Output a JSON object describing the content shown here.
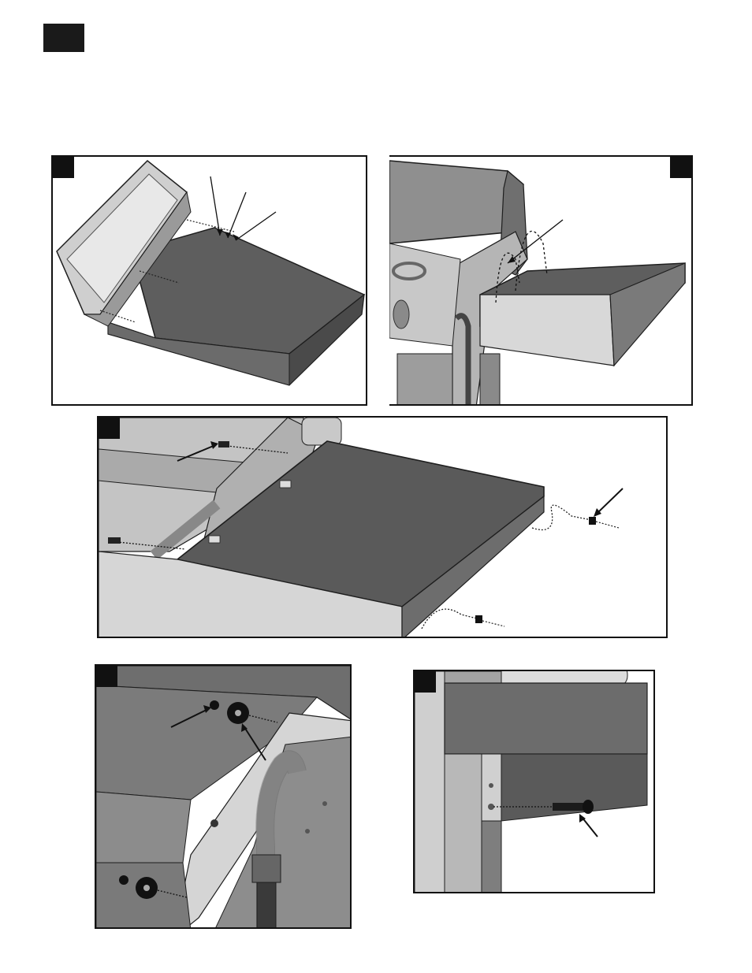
{
  "page": {
    "background": "#ffffff",
    "accent": "#1a1a1a"
  },
  "panels": [
    {
      "id": "p1",
      "description_icon": "assembly-step-1-icon"
    },
    {
      "id": "p2",
      "description_icon": "assembly-step-2-icon"
    },
    {
      "id": "p3",
      "description_icon": "assembly-step-3-icon"
    },
    {
      "id": "p4",
      "description_icon": "assembly-step-4-icon"
    },
    {
      "id": "p5",
      "description_icon": "assembly-step-5-icon"
    }
  ],
  "colors": {
    "metal_dark": "#5e5e5e",
    "metal_mid": "#8a8a8a",
    "metal_light": "#c9c9c9",
    "metal_pale": "#e6e6e6",
    "outline": "#1e1e1e"
  }
}
